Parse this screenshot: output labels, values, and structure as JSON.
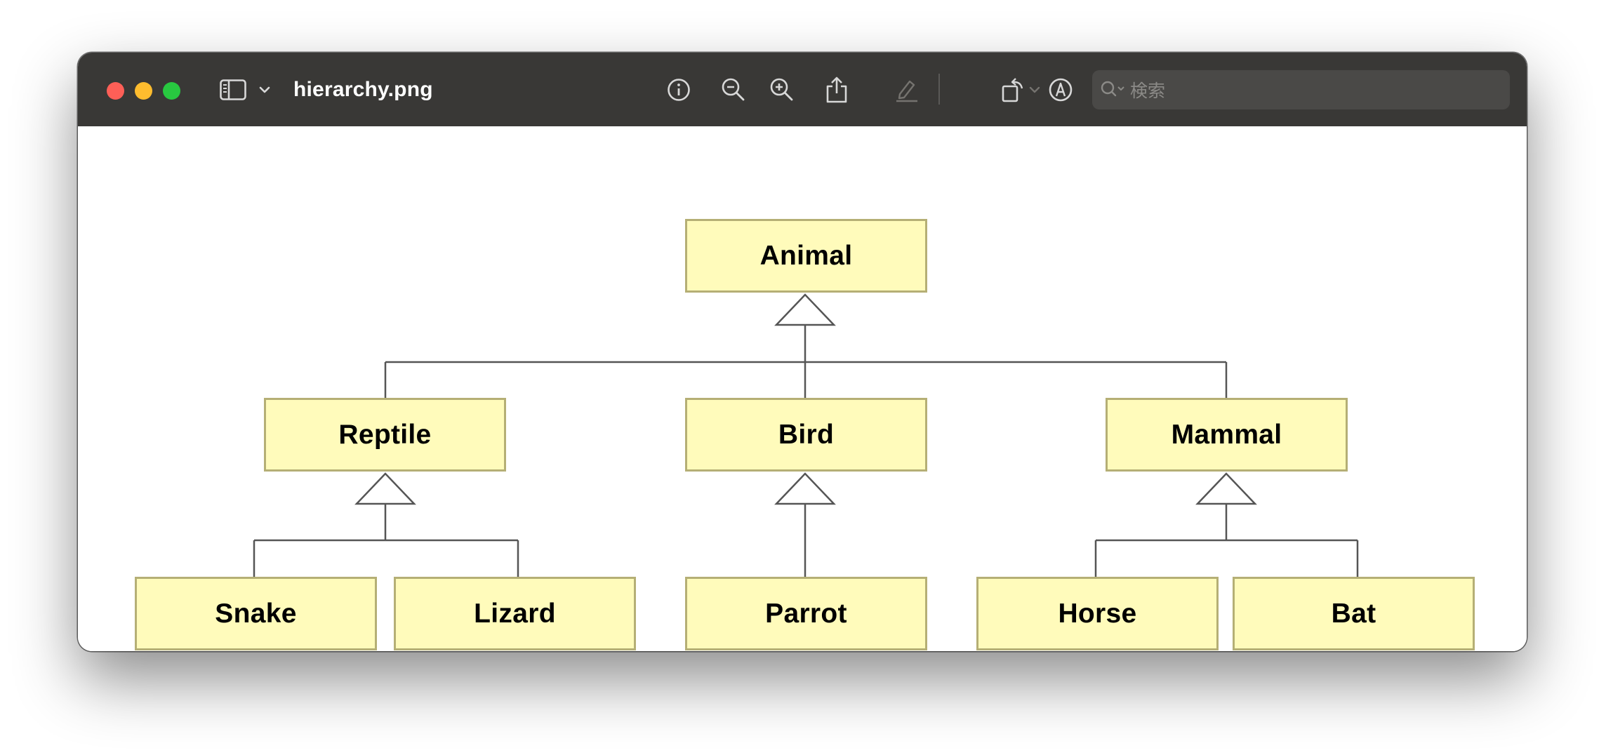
{
  "window": {
    "title": "hierarchy.png",
    "search_placeholder": "検索"
  },
  "toolbar": {
    "icons": [
      "sidebar-icon",
      "chevron-down-icon",
      "info-icon",
      "zoom-out-icon",
      "zoom-in-icon",
      "share-icon",
      "highlight-icon",
      "chevron-down-icon",
      "rotate-icon",
      "markup-icon",
      "search-icon"
    ]
  },
  "diagram": {
    "root": "Animal",
    "level2": [
      "Reptile",
      "Bird",
      "Mammal"
    ],
    "level3": [
      "Snake",
      "Lizard",
      "Parrot",
      "Horse",
      "Bat"
    ]
  },
  "colors": {
    "titlebar": "#393836",
    "node_fill": "#fffbbb",
    "node_border": "#b5af75"
  }
}
